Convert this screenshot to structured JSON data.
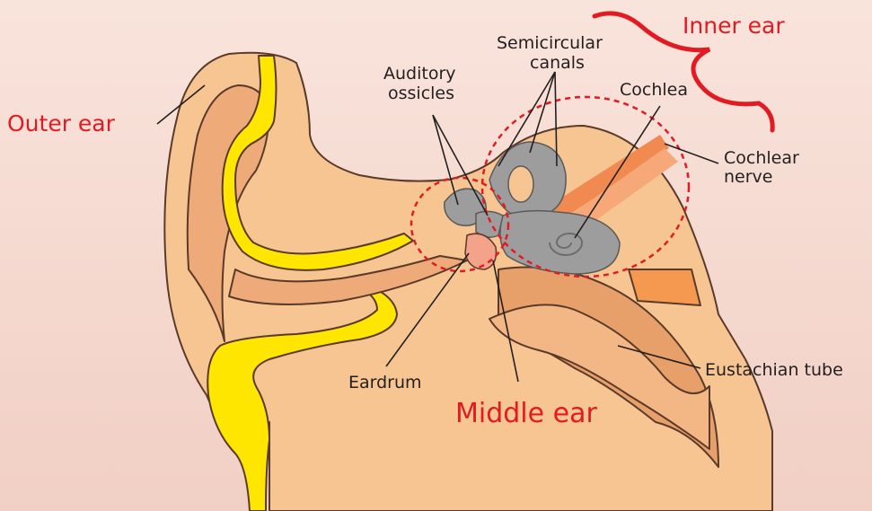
{
  "labels": {
    "outer_ear": "Outer ear",
    "inner_ear": "Inner ear",
    "middle_ear": "Middle ear",
    "semicircular_line1": "Semicircular",
    "semicircular_line2": "canals",
    "auditory_line1": "Auditory",
    "auditory_line2": "ossicles",
    "cochlea": "Cochlea",
    "cochlear_nerve_line1": "Cochlear",
    "cochlear_nerve_line2": "nerve",
    "eardrum": "Eardrum",
    "eustachian_tube": "Eustachian tube"
  },
  "colors": {
    "background": "#f6dcd2",
    "skin": "#f7c592",
    "skin_dark": "#e8a06a",
    "cartilage_yellow": "#ffe600",
    "bone_gray": "#9d9d9d",
    "outline": "#5a3a2a",
    "accent_red": "#e21b23",
    "nerve_orange": "#f08a50"
  }
}
